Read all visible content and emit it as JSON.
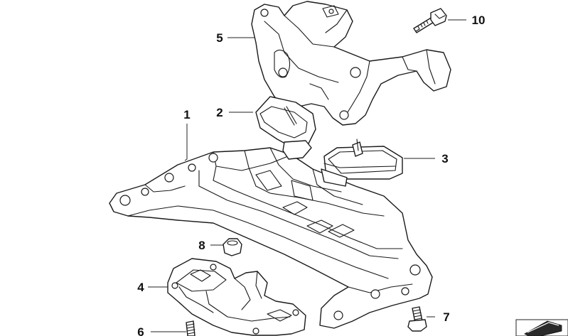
{
  "callouts": [
    {
      "id": "p1",
      "label": "1"
    },
    {
      "id": "p2",
      "label": "2"
    },
    {
      "id": "p3",
      "label": "3"
    },
    {
      "id": "p4",
      "label": "4"
    },
    {
      "id": "p5",
      "label": "5"
    },
    {
      "id": "p6",
      "label": "6"
    },
    {
      "id": "p7",
      "label": "7"
    },
    {
      "id": "p8",
      "label": "8"
    },
    {
      "id": "p10",
      "label": "10"
    }
  ]
}
